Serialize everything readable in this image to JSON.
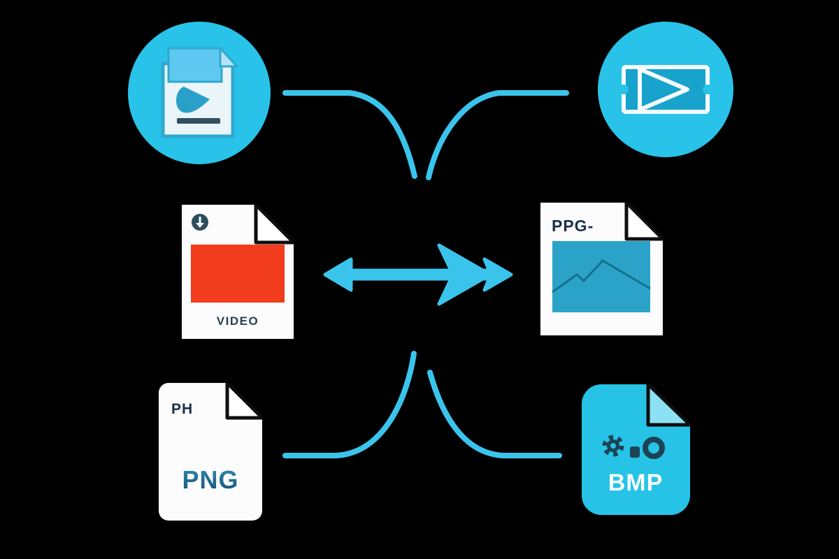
{
  "diagram_title": "file format conversion diagram",
  "labels": {
    "video_card": "VIDEO",
    "ppg_card": "PPG-",
    "png_corner": "PH",
    "png_card": "PNG",
    "bmp_card": "BMP"
  },
  "colors": {
    "background": "#000000",
    "circle_cyan": "#29c2e8",
    "connector_cyan": "#3ac4ec",
    "arrow_cyan": "#3ac4ec",
    "bmp_body_cyan": "#26c3e6",
    "bmp_fold_cyan": "#8ce2f4",
    "video_thumb_red": "#f23c1e",
    "image_thumb_teal": "#2ba3c9",
    "mountain_line_teal": "#156f8e",
    "navy_text": "#1a3048",
    "slate_text": "#2b3f4d",
    "dark_icon_slate": "#1b4355",
    "badge_slate": "#2e4d5c",
    "doc_white": "#fcfcfc",
    "fold_outline_black": "#0e0e0e",
    "png_text_gradient_top": "#2f8fb8",
    "png_text_gradient_bottom": "#174e74",
    "bmp_text_white": "#fafeff",
    "inner_doc_band_blue": "#5ec8f0",
    "inner_doc_fill": "#eaf5fa",
    "inner_doc_stroke": "#2fa9cf",
    "play_teal": "#2aa0c8"
  },
  "icons": {
    "top_left": "video-document-icon",
    "top_right": "video-clip-icon",
    "video_badge": "download-icon",
    "ppg_thumb": "mountain-image-icon",
    "bmp_row": [
      "gear-icon",
      "square-icon",
      "ring-icon"
    ],
    "center": "bidirectional-arrow-icon"
  }
}
